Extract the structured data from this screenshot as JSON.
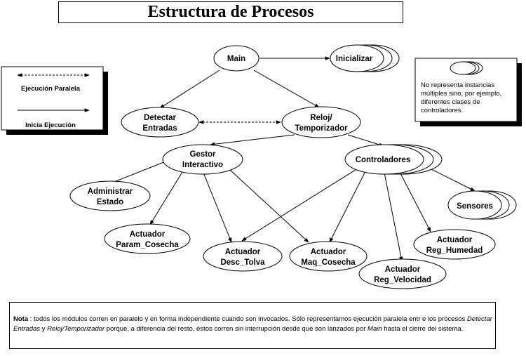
{
  "title": "Estructura de Procesos",
  "legend": {
    "parallel_label": "Ejecución Paralela",
    "start_label": "Inicia Ejecución"
  },
  "info": {
    "text": "No representa instancias múltiples sino, por ejemplo, diferentes clases de controladores."
  },
  "nodes": {
    "main": "Main",
    "inicializar": "Inicializar",
    "detectar": [
      "Detectar",
      "Entradas"
    ],
    "reloj": [
      "Reloj/",
      "Temporizador"
    ],
    "gestor": [
      "Gestor",
      "Interactivo"
    ],
    "controladores": "Controladores",
    "administrar": [
      "Administrar",
      "Estado"
    ],
    "sensores": "Sensores",
    "param_cosecha": [
      "Actuador",
      "Param_Cosecha"
    ],
    "desc_tolva": [
      "Actuador",
      "Desc_Tolva"
    ],
    "maq_cosecha": [
      "Actuador",
      "Maq_Cosecha"
    ],
    "reg_velocidad": [
      "Actuador",
      "Reg_Velocidad"
    ],
    "reg_humedad": [
      "Actuador",
      "Reg_Humedad"
    ]
  },
  "note": {
    "label": "Nota",
    "part1": " : todos los módulos corren en paralelo y en forma independiente cuando son invocados. Sólo representamos ejecución paralela entr e los procesos ",
    "italic1": "Detectar Entradas",
    "part2": " y ",
    "italic2": "Reloj/Temporizador",
    "part3": " porque, a diferencia del resto, éstos corren sin interrupción desde que son lanzados por ",
    "italic3": "Main",
    "part4": " hasta el cierre del sistema."
  }
}
